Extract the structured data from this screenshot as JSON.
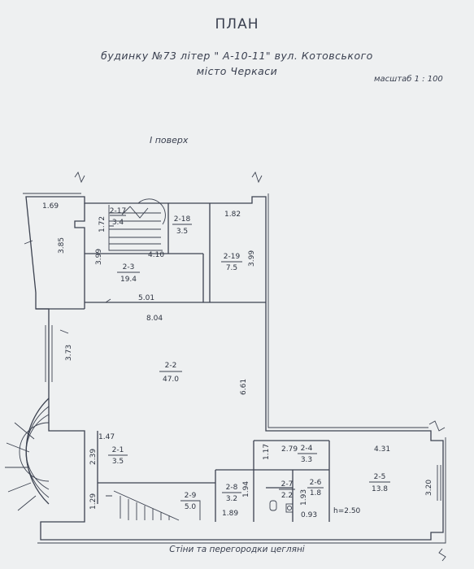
{
  "header": {
    "title": "ПЛАН",
    "line1": "будинку №73 літер \" А-10-11\" вул. Котовського",
    "line2": "місто Черкаси",
    "scale": "масштаб   1 : 100",
    "floor": "I поверх"
  },
  "footnote": "Стіни та перегородки цегляні",
  "rooms": {
    "r2_17": {
      "id": "2-17",
      "area": "3.4"
    },
    "r2_18": {
      "id": "2-18",
      "area": "3.5"
    },
    "r2_3": {
      "id": "2-3",
      "area": "19.4"
    },
    "r2_19": {
      "id": "2-19",
      "area": "7.5"
    },
    "r2_2": {
      "id": "2-2",
      "area": "47.0"
    },
    "r2_1": {
      "id": "2-1",
      "area": "3.5"
    },
    "r2_9": {
      "id": "2-9",
      "area": "5.0"
    },
    "r2_8": {
      "id": "2-8",
      "area": "3.2"
    },
    "r2_4": {
      "id": "2-4",
      "area": "3.3"
    },
    "r2_7": {
      "id": "2-7",
      "area": "2.2"
    },
    "r2_6": {
      "id": "2-6",
      "area": "1.8"
    },
    "r2_5": {
      "id": "2-5",
      "area": "13.8"
    }
  },
  "dims": {
    "d169": "1.69",
    "d172": "1.72",
    "d182": "1.82",
    "d385": "3.85",
    "d399a": "3.99",
    "d410": "4.10",
    "d399b": "3.99",
    "d501": "5.01",
    "d804": "8.04",
    "d373": "3.73",
    "d661": "6.61",
    "d147": "1.47",
    "d239": "2.39",
    "d129": "1.29",
    "d194": "1.94",
    "d189": "1.89",
    "d117": "1.17",
    "d279": "2.79",
    "d193": "1.93",
    "d093": "0.93",
    "d431": "4.31",
    "d320": "3.20",
    "height": "h=2.50"
  }
}
